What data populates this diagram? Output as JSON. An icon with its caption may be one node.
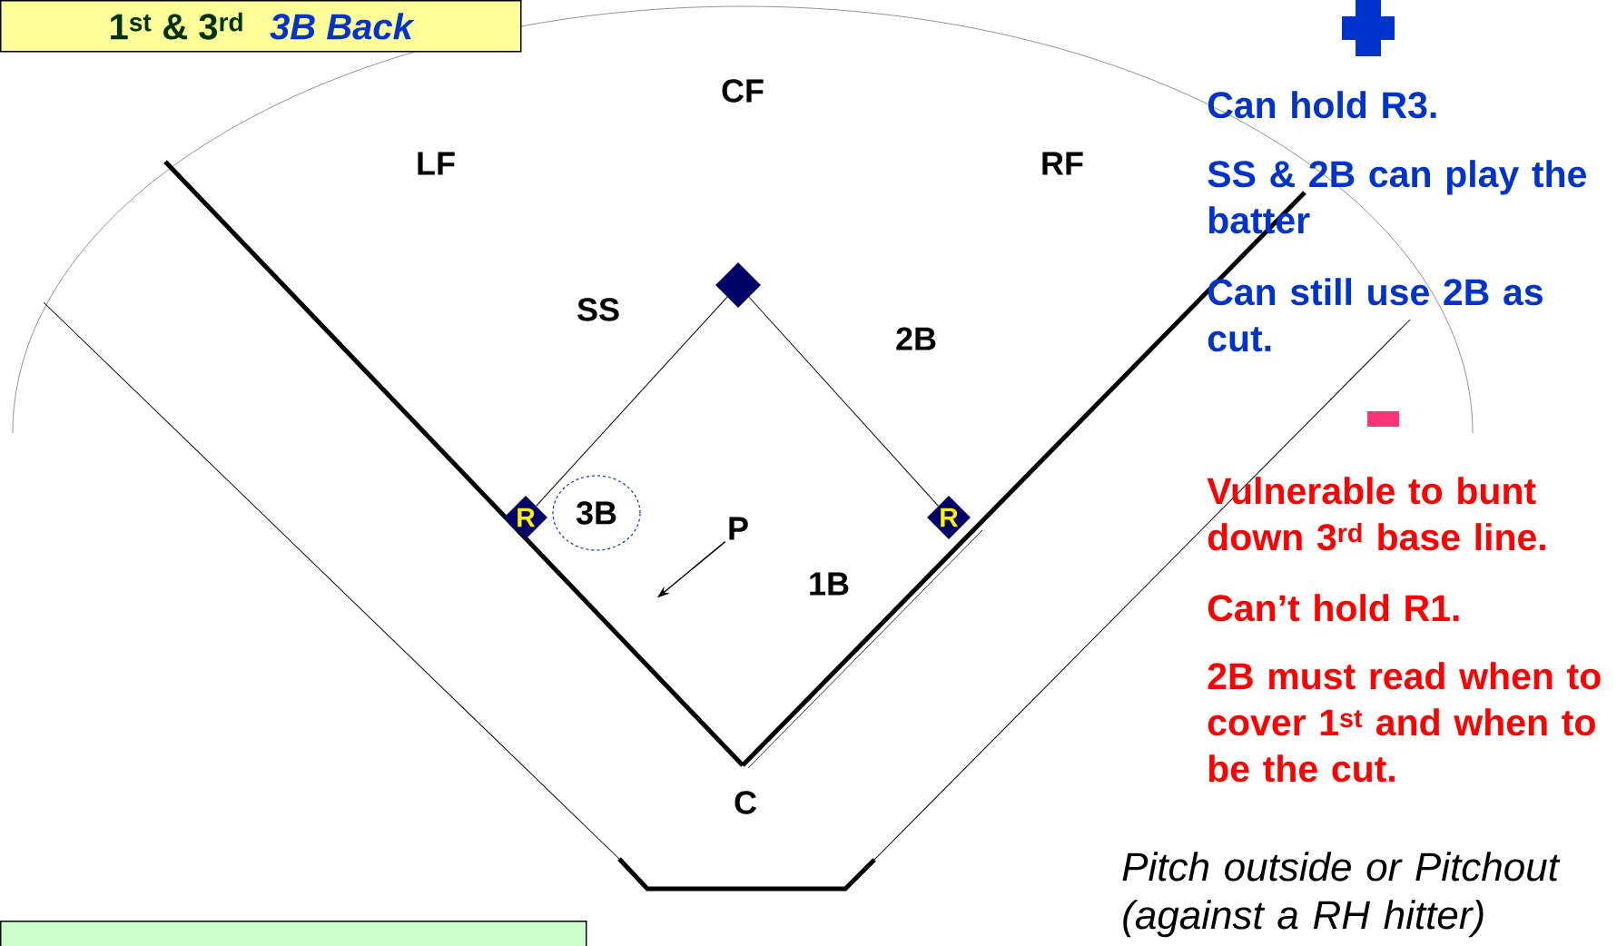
{
  "diagram": {
    "nodes": [
      {
        "text": [
          "1$^{st}$ & 3$^{rd}$",
          "3B Back"
        ]
      },
      {
        "text": [],
        "shape": "diamond"
      },
      {
        "text": [
          "3B"
        ]
      },
      {
        "text": [
          "R"
        ]
      },
      {
        "text": [
          "P"
        ]
      },
      {
        "text": [
          "R"
        ]
      },
      {
        "text": [],
        "shape": "box"
      }
    ],
    "edges": [
      {
        "from": 3,
        "to": 1,
        "arrow": "none"
      },
      {
        "from": 1,
        "to": 5,
        "arrow": "none"
      },
      {
        "from": 4,
        "to": null,
        "arrow": "to"
      }
    ],
    "labels": [
      "CF",
      "LF",
      "RF",
      "SS",
      "2B",
      "1B",
      "C",
      "Can hold R3.",
      "SS & 2B can play the batter",
      "Can still use 2B as cut.",
      "Vulnerable to bunt down 3$^{rd}$ base line.",
      "Can’t hold R1.",
      "2B must read when to cover 1$^{st}$ and when to be the cut.",
      "Pitch outside or Pitchout (against a RH hitter)"
    ]
  }
}
